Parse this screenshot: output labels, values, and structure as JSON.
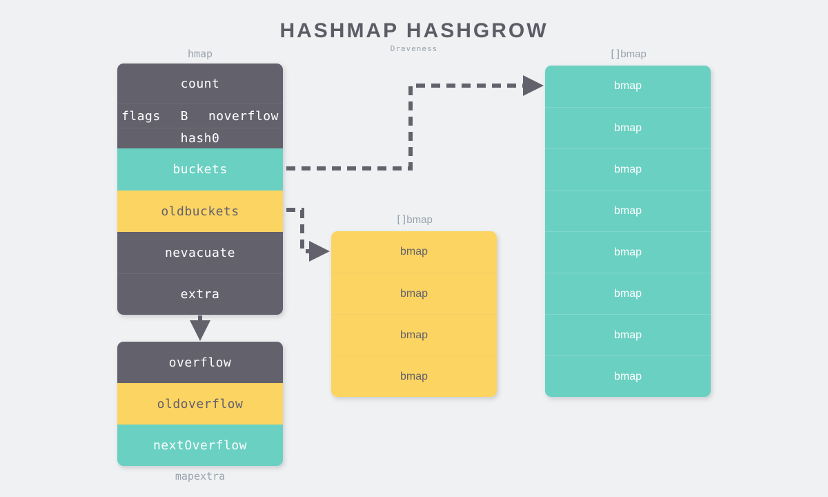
{
  "header": {
    "title": "HASHMAP HASHGROW",
    "subtitle": "Draveness"
  },
  "colors": {
    "background": "#eff1f3",
    "dark": "#63616c",
    "teal": "#6ad0c2",
    "amber": "#fcd462",
    "caption": "#9aa2ad",
    "arrow": "#63616c"
  },
  "hmap": {
    "caption": "hmap",
    "rows": [
      {
        "label": "count",
        "style": "dark"
      },
      {
        "style": "dark",
        "cells": [
          "flags",
          "B",
          "noverflow"
        ]
      },
      {
        "label": "hash0",
        "style": "dark"
      },
      {
        "label": "buckets",
        "style": "teal"
      },
      {
        "label": "oldbuckets",
        "style": "amber"
      },
      {
        "label": "nevacuate",
        "style": "dark"
      },
      {
        "label": "extra",
        "style": "dark"
      }
    ]
  },
  "mapextra": {
    "caption": "mapextra",
    "rows": [
      {
        "label": "overflow",
        "style": "dark"
      },
      {
        "label": "oldoverflow",
        "style": "amber"
      },
      {
        "label": "nextOverflow",
        "style": "teal"
      }
    ]
  },
  "old_buckets_array": {
    "caption_brackets": "[]",
    "caption_name": "bmap",
    "cells": [
      "bmap",
      "bmap",
      "bmap",
      "bmap"
    ]
  },
  "new_buckets_array": {
    "caption_brackets": "[]",
    "caption_name": "bmap",
    "cells": [
      "bmap",
      "bmap",
      "bmap",
      "bmap",
      "bmap",
      "bmap",
      "bmap",
      "bmap"
    ]
  },
  "arrows": [
    {
      "name": "buckets-to-new-bmap-array"
    },
    {
      "name": "oldbuckets-to-old-bmap-array"
    },
    {
      "name": "extra-to-mapextra"
    }
  ]
}
